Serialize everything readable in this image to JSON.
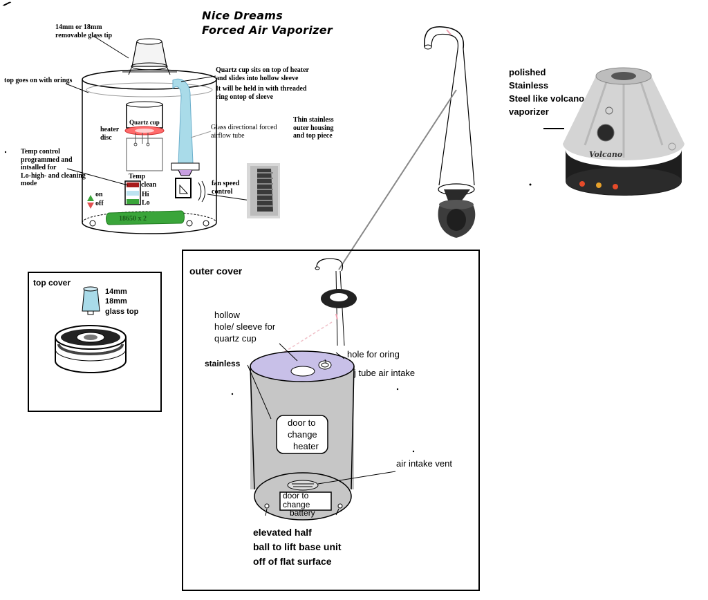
{
  "title": {
    "line1": "Nice Dreams",
    "line2": "Forced Air Vaporizer"
  },
  "main_device": {
    "labels": {
      "glass_tip": [
        "14mm or 18mm",
        "removable glass tip"
      ],
      "top_orings": "top goes on with orings",
      "quartz_cup_note": [
        "Quartz cup sits on top of heater",
        "and slides into hollow sleeve",
        "It will be held in with threaded",
        "ring ontop of sleeve"
      ],
      "quartz_cup": "Quartz cup",
      "heater_disc": [
        "heater",
        "disc"
      ],
      "airflow_tube": [
        "Glass directional forced",
        "airflow tube"
      ],
      "outer_housing": [
        "Thin stainless",
        "outer housing",
        "and top piece"
      ],
      "temp_control": [
        "Temp control",
        "programmed and",
        "intsalled for",
        "Lo-high- and cleaning",
        "mode"
      ],
      "temp": "Temp",
      "temp_clean": "clean",
      "temp_hi": "Hi",
      "temp_lo": "Lo",
      "on": "on",
      "off": "off",
      "fan_speed": [
        "fan speed",
        "control"
      ],
      "battery": "18650 x 2"
    }
  },
  "volcano": {
    "label": [
      "polished",
      "Stainless",
      "Steel like volcano",
      "vaporizer"
    ],
    "brand": "Volcano"
  },
  "top_cover": {
    "title": "top cover",
    "sizes": [
      "14mm",
      "18mm",
      "glass top"
    ]
  },
  "outer_cover": {
    "title": "outer cover",
    "labels": {
      "hollow_sleeve": [
        "hollow",
        "hole/ sleeve for",
        "quartz cup"
      ],
      "oring_hole": "hole for oring",
      "j_tube": "j tube air intake",
      "stainless": "stainless",
      "door_heater": [
        "door to",
        "change",
        "heater"
      ],
      "air_intake": "air intake vent",
      "door_battery": [
        "door to",
        "change",
        "battery"
      ],
      "half_ball": [
        "elevated half",
        "ball to lift base unit",
        "off of flat surface"
      ]
    }
  },
  "colors": {
    "quartz_glow": "#ff6b6b",
    "airflow_tube": "#a9dbe9",
    "battery": "#3aa53a",
    "temp_clean": "#a81b1b",
    "temp_hi": "#bde3f0",
    "temp_lo": "#3aa53a",
    "lid": "#c8c0e8",
    "stainless_body": "#c6c6c6",
    "on_arrow": "#3aa53a",
    "off_arrow": "#e05050"
  }
}
